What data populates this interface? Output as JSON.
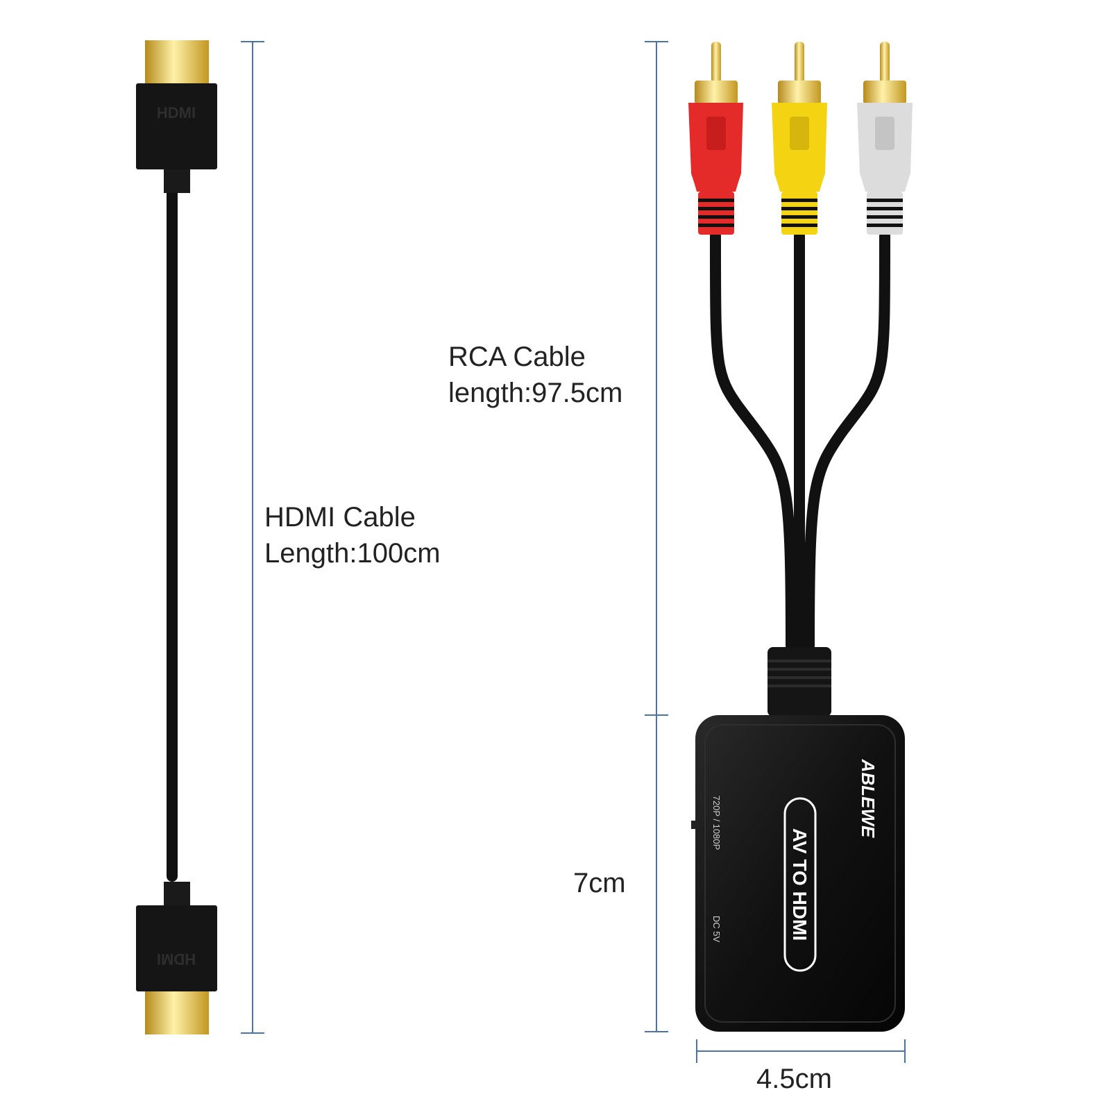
{
  "labels": {
    "hdmi_cable": "HDMI Cable",
    "hdmi_length": "Length:100cm",
    "rca_cable": "RCA Cable",
    "rca_length": "length:97.5cm",
    "box_height": "7cm",
    "box_width": "4.5cm"
  },
  "device": {
    "brand": "ABLEWE",
    "product": "AV TO HDMI",
    "resolution_text": "720P / 1080P",
    "power_text": "DC 5V"
  },
  "connector_logo": "HDMI",
  "colors": {
    "measure_line": "#4a73a6",
    "gold": "#e2c04a",
    "cable_black": "#111111",
    "rca_red": "#e52a2a",
    "rca_yellow": "#f4d313",
    "rca_white": "#dcdcdc"
  }
}
